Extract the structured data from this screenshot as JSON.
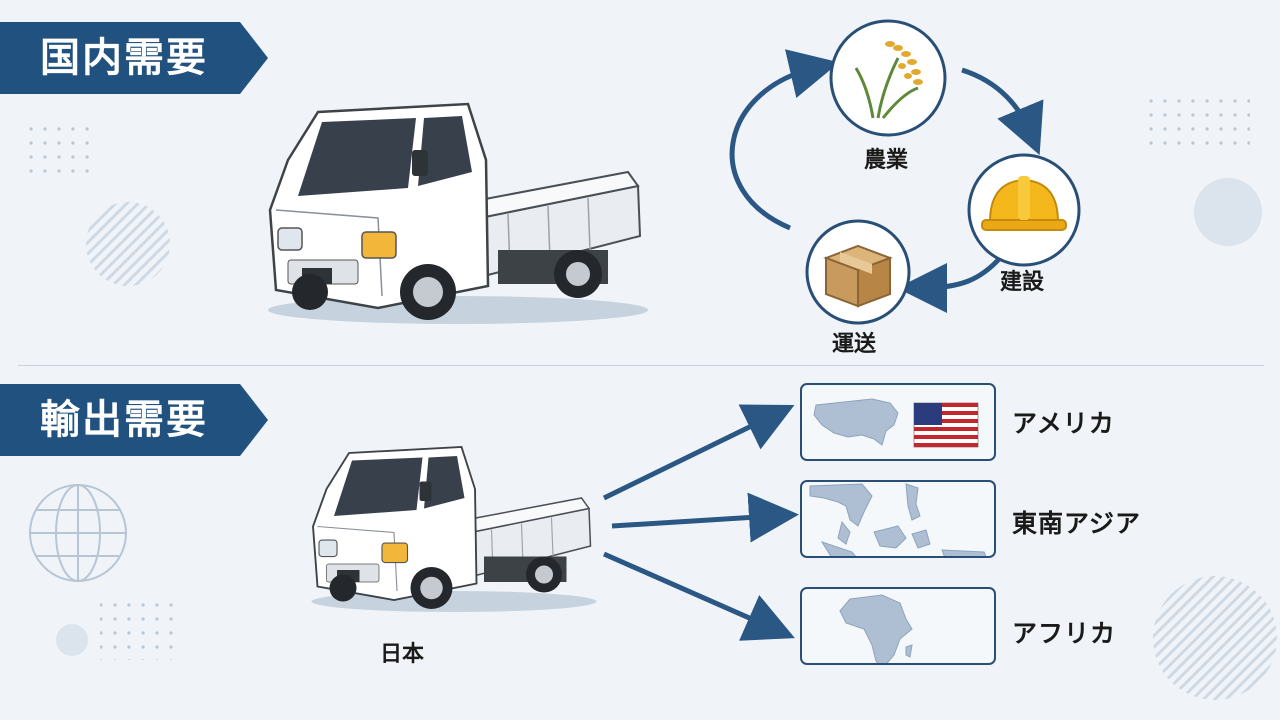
{
  "sections": {
    "domestic": {
      "title": "国内需要"
    },
    "export": {
      "title": "輸出需要"
    }
  },
  "cycle": {
    "agriculture": {
      "label": "農業",
      "icon": "rice-plant-icon"
    },
    "construction": {
      "label": "建設",
      "icon": "hard-hat-icon"
    },
    "transport": {
      "label": "運送",
      "icon": "cardboard-box-icon"
    }
  },
  "origin": {
    "label": "日本",
    "icon": "kei-truck-icon"
  },
  "destinations": [
    {
      "label": "アメリカ",
      "icon": "usa-map-icon"
    },
    {
      "label": "東南アジア",
      "icon": "southeast-asia-map-icon"
    },
    {
      "label": "アフリカ",
      "icon": "africa-map-icon"
    }
  ],
  "colors": {
    "banner": "#21517f",
    "arrow": "#2a5783",
    "map": "#aebfd4",
    "hat": "#f5b81c",
    "box": "#c99a5e"
  }
}
